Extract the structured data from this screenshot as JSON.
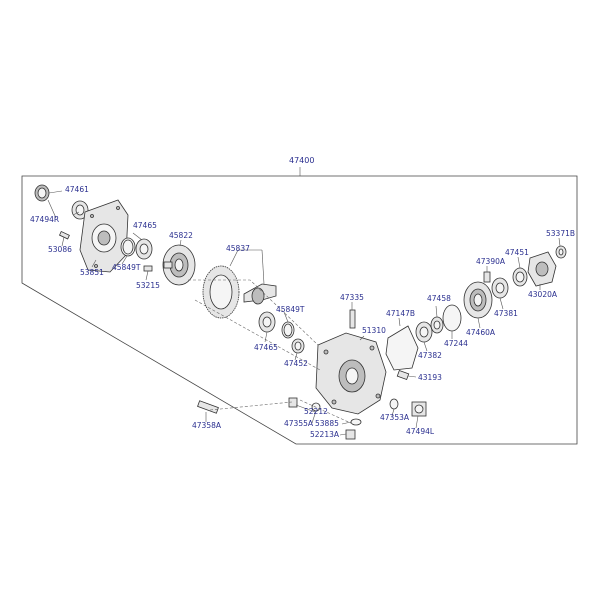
{
  "assembly": {
    "number": "47400"
  },
  "parts": [
    {
      "id": "47461"
    },
    {
      "id": "47494R"
    },
    {
      "id": "53086"
    },
    {
      "id": "53851"
    },
    {
      "id": "47465"
    },
    {
      "id": "45849T"
    },
    {
      "id": "53215"
    },
    {
      "id": "45822"
    },
    {
      "id": "45837"
    },
    {
      "id": "45849T"
    },
    {
      "id": "47465"
    },
    {
      "id": "47452"
    },
    {
      "id": "47335"
    },
    {
      "id": "51310"
    },
    {
      "id": "47147B"
    },
    {
      "id": "43193"
    },
    {
      "id": "52212"
    },
    {
      "id": "47355A"
    },
    {
      "id": "53885"
    },
    {
      "id": "52213A"
    },
    {
      "id": "47353A"
    },
    {
      "id": "47494L"
    },
    {
      "id": "47358A"
    },
    {
      "id": "47458"
    },
    {
      "id": "47382"
    },
    {
      "id": "47244"
    },
    {
      "id": "47390A"
    },
    {
      "id": "47451"
    },
    {
      "id": "47381"
    },
    {
      "id": "47460A"
    },
    {
      "id": "53371B"
    },
    {
      "id": "43020A"
    }
  ]
}
